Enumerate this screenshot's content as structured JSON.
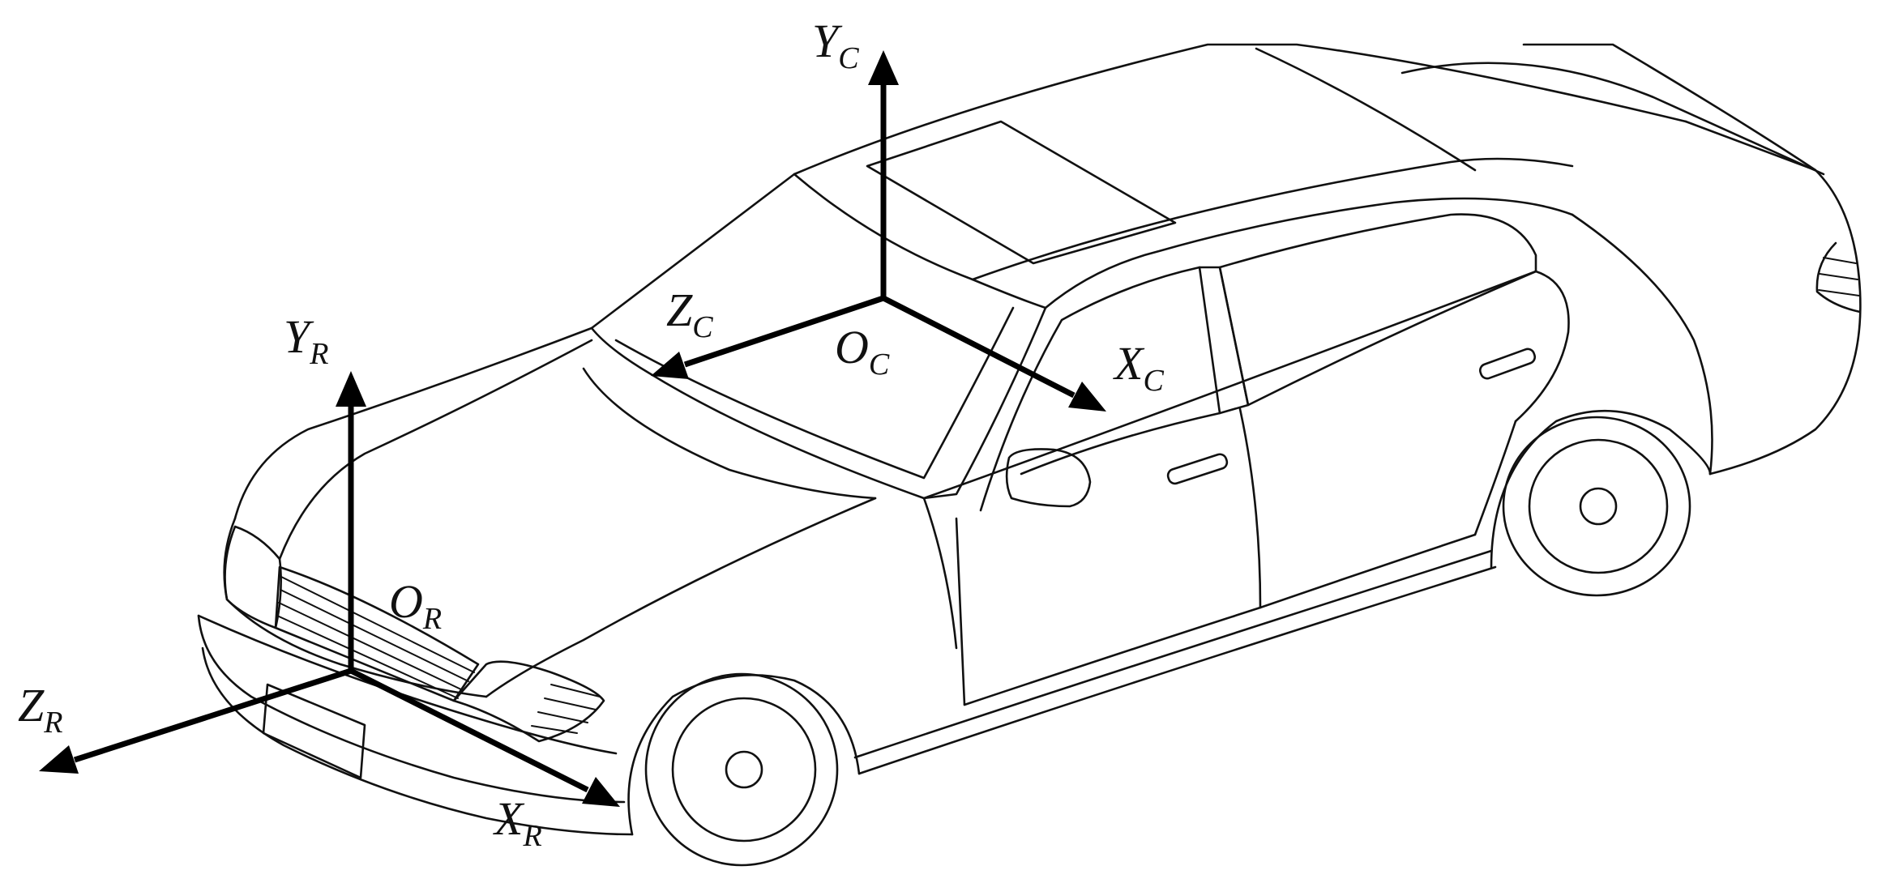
{
  "diagram": {
    "subject": "sedan car line drawing with two coordinate frames",
    "colors": {
      "line": "#111111",
      "axis": "#000000",
      "background": "#ffffff"
    },
    "frames": {
      "camera": {
        "origin": {
          "main": "O",
          "sub": "C"
        },
        "axes": [
          {
            "id": "y",
            "main": "Y",
            "sub": "C"
          },
          {
            "id": "z",
            "main": "Z",
            "sub": "C"
          },
          {
            "id": "x",
            "main": "X",
            "sub": "C"
          }
        ]
      },
      "vehicle": {
        "origin": {
          "main": "O",
          "sub": "R"
        },
        "axes": [
          {
            "id": "y",
            "main": "Y",
            "sub": "R"
          },
          {
            "id": "z",
            "main": "Z",
            "sub": "R"
          },
          {
            "id": "x",
            "main": "X",
            "sub": "R"
          }
        ]
      }
    }
  }
}
